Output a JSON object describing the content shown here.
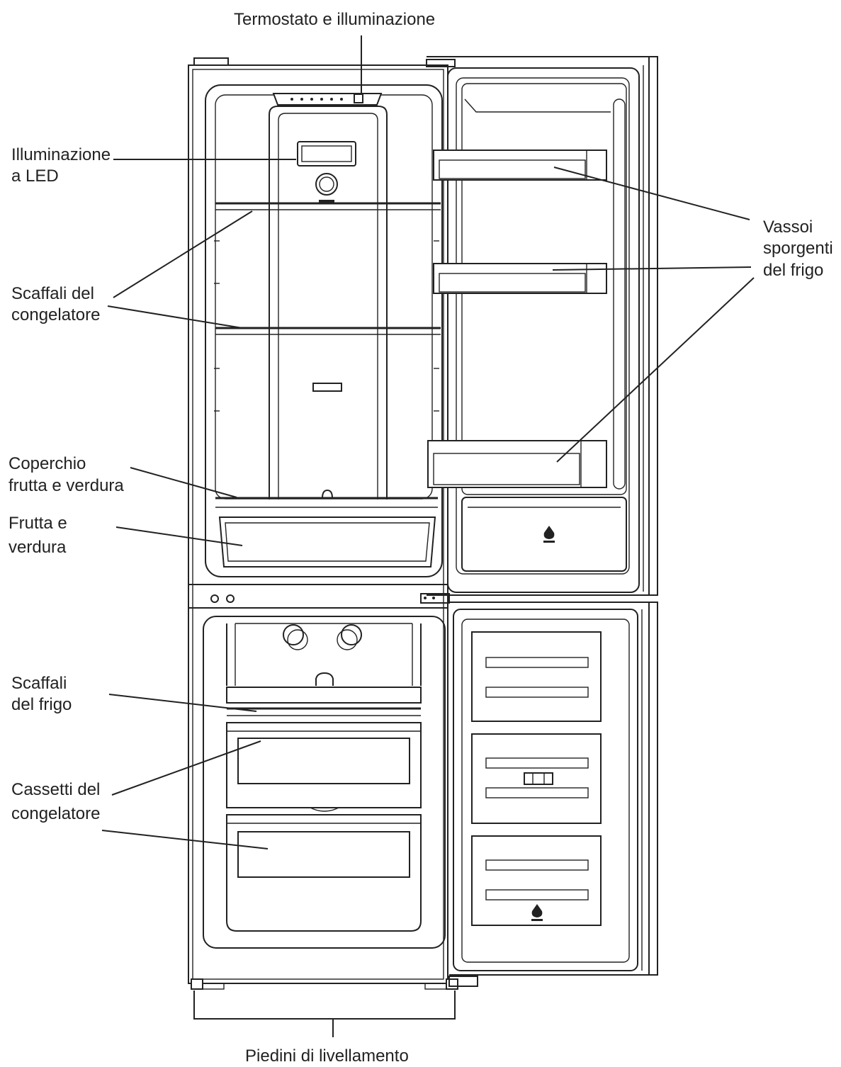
{
  "labels": {
    "thermostat": "Termostato e illuminazione",
    "led_1": "Illuminazione",
    "led_2": "a LED",
    "freezer_shelves_1": "Scaffali del",
    "freezer_shelves_2": "congelatore",
    "crisper_cover_1": "Coperchio",
    "crisper_cover_2": "frutta e verdura",
    "crisper_1": "Frutta e",
    "crisper_2": "verdura",
    "fridge_shelves_1": "Scaffali",
    "fridge_shelves_2": "del frigo",
    "freezer_drawers_1": "Cassetti del",
    "freezer_drawers_2": "congelatore",
    "door_trays_1": "Vassoi",
    "door_trays_2": "sporgenti",
    "door_trays_3": "del frigo",
    "feet": "Piedini di livellamento"
  }
}
